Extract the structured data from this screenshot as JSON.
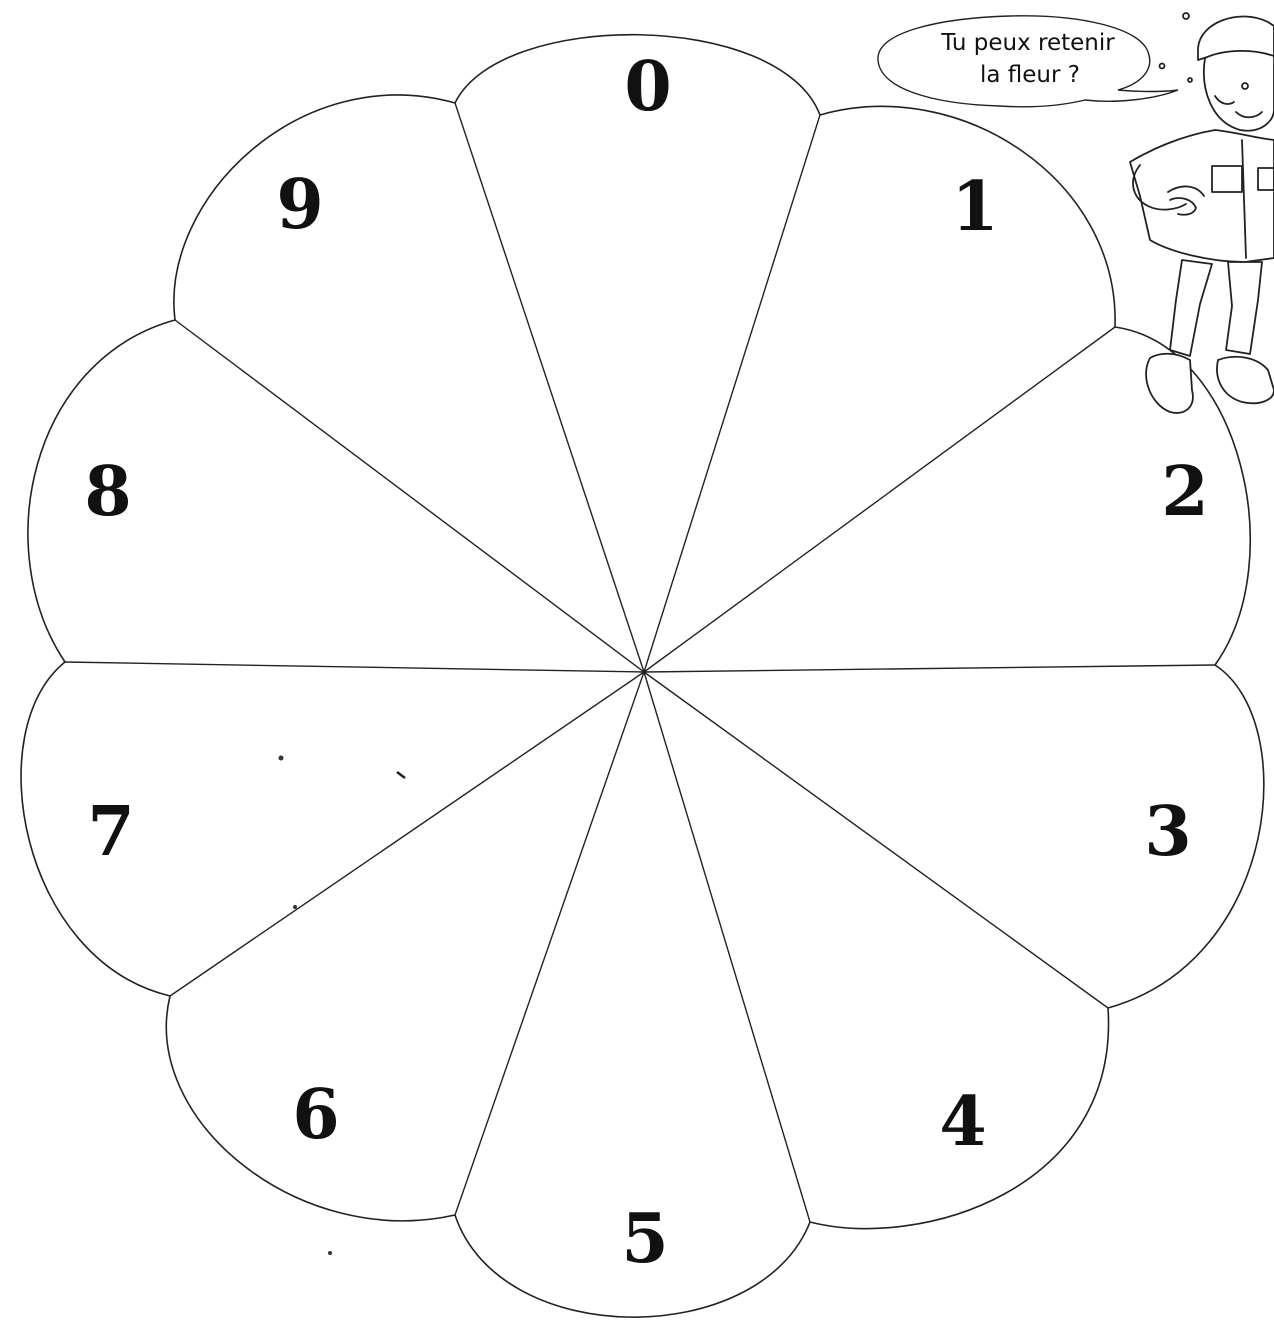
{
  "flower": {
    "petal_count": 10,
    "petals": [
      {
        "label": "0"
      },
      {
        "label": "1"
      },
      {
        "label": "2"
      },
      {
        "label": "3"
      },
      {
        "label": "4"
      },
      {
        "label": "5"
      },
      {
        "label": "6"
      },
      {
        "label": "7"
      },
      {
        "label": "8"
      },
      {
        "label": "9"
      }
    ]
  },
  "speech_bubble": {
    "line1": "Tu peux retenir",
    "line2": "la fleur  ?"
  },
  "character": {
    "icon": "boy-illustration"
  }
}
